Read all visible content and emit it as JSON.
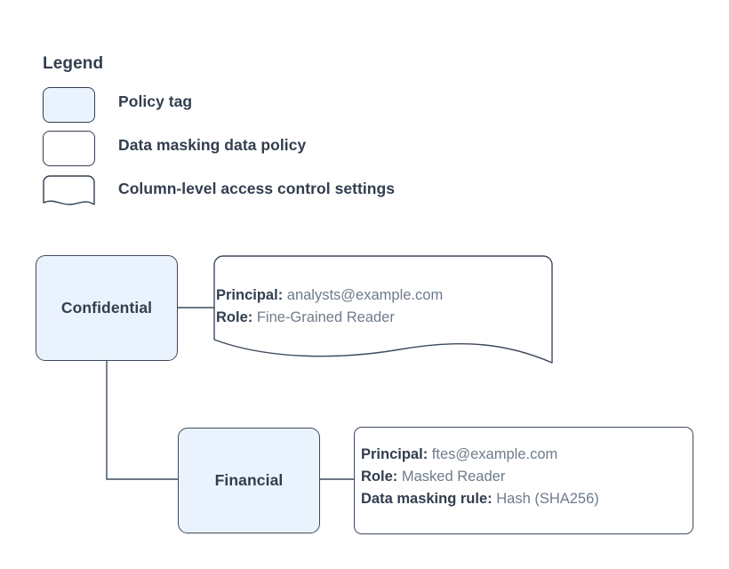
{
  "legend": {
    "title": "Legend",
    "items": [
      {
        "shape": "rounded-rect-filled",
        "label": "Policy tag"
      },
      {
        "shape": "rounded-rect-plain",
        "label": "Data masking data policy"
      },
      {
        "shape": "document-wavy",
        "label": "Column-level access control settings"
      }
    ]
  },
  "nodes": [
    {
      "id": "confidential",
      "label": "Confidential",
      "shape": "policy-tag"
    },
    {
      "id": "financial",
      "label": "Financial",
      "shape": "policy-tag"
    }
  ],
  "details": {
    "confidential": {
      "shape": "document-wavy",
      "lines": [
        {
          "key": "Principal:",
          "value": "analysts@example.com"
        },
        {
          "key": "Role:",
          "value": "Fine-Grained Reader"
        }
      ]
    },
    "financial": {
      "shape": "rounded-rect-plain",
      "lines": [
        {
          "key": "Principal:",
          "value": "ftes@example.com"
        },
        {
          "key": "Role:",
          "value": "Masked Reader"
        },
        {
          "key": "Data masking rule:",
          "value": "Hash (SHA256)"
        }
      ]
    }
  },
  "colors": {
    "policy_tag_fill": "#eaf2fd",
    "stroke": "#3d4a5c",
    "text_strong": "#323e4f",
    "text_muted": "#6e7b8b",
    "background": "#ffffff"
  },
  "edges": [
    {
      "from": "confidential",
      "to": "detail-confidential"
    },
    {
      "from": "confidential",
      "to": "financial"
    },
    {
      "from": "financial",
      "to": "detail-financial"
    }
  ]
}
